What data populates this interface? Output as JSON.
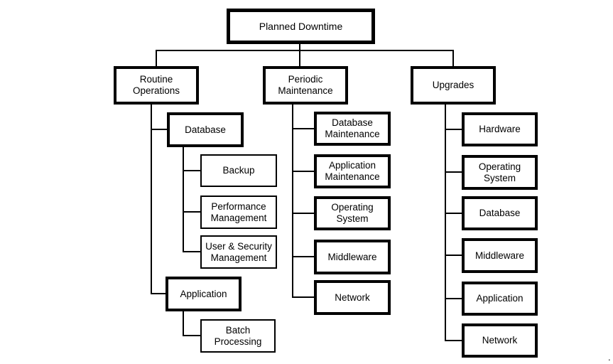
{
  "diagram": {
    "type": "tree",
    "root": {
      "label": "Planned Downtime"
    },
    "branches": [
      {
        "label": "Routine Operations",
        "children": [
          {
            "label": "Database",
            "children": [
              {
                "label": "Backup"
              },
              {
                "label": "Performance Management"
              },
              {
                "label": "User & Security Management"
              }
            ]
          },
          {
            "label": "Application",
            "children": [
              {
                "label": "Batch Processing"
              }
            ]
          }
        ]
      },
      {
        "label": "Periodic Maintenance",
        "children": [
          {
            "label": "Database Maintenance"
          },
          {
            "label": "Application Maintenance"
          },
          {
            "label": "Operating System"
          },
          {
            "label": "Middleware"
          },
          {
            "label": "Network"
          }
        ]
      },
      {
        "label": "Upgrades",
        "children": [
          {
            "label": "Hardware"
          },
          {
            "label": "Operating System"
          },
          {
            "label": "Database"
          },
          {
            "label": "Middleware"
          },
          {
            "label": "Application"
          },
          {
            "label": "Network"
          }
        ]
      }
    ]
  },
  "artifacts": {
    "stray_period": "."
  },
  "colors": {
    "background": "#ffffff",
    "line": "#000000",
    "box_fill": "#ffffff",
    "text": "#000000"
  }
}
